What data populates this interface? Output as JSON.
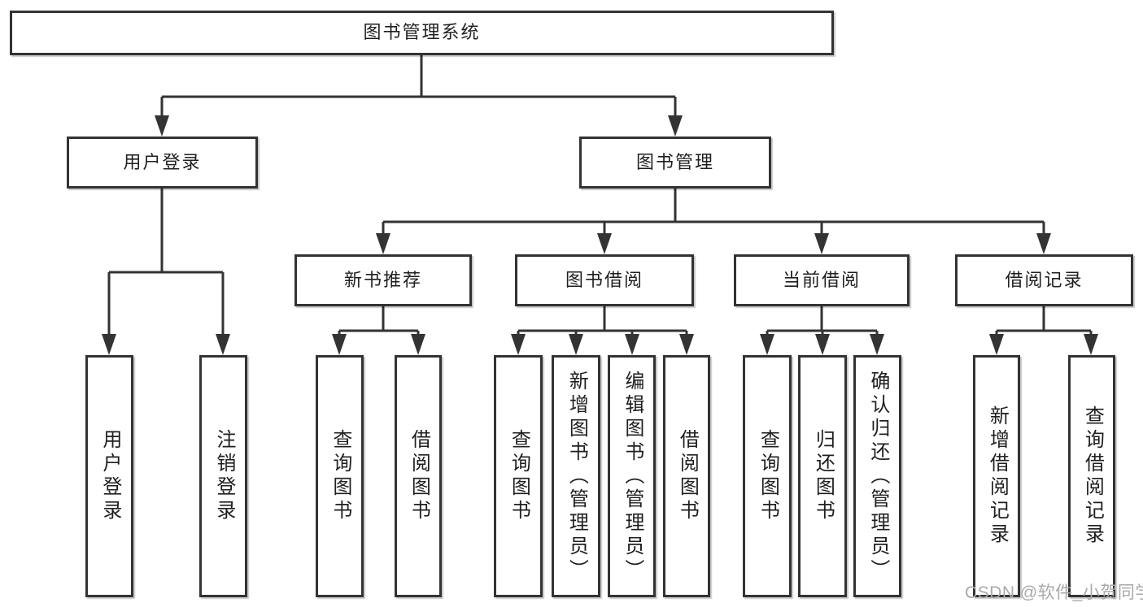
{
  "tree": {
    "root": {
      "label": "图书管理系统"
    },
    "branches": [
      {
        "label": "用户登录",
        "children": [
          {
            "label": "用户登录"
          },
          {
            "label": "注销登录"
          }
        ]
      },
      {
        "label": "图书管理",
        "children": [
          {
            "label": "新书推荐",
            "children": [
              {
                "label": "查询图书"
              },
              {
                "label": "借阅图书"
              }
            ]
          },
          {
            "label": "图书借阅",
            "children": [
              {
                "label": "查询图书"
              },
              {
                "label": "新增图书（管理员）"
              },
              {
                "label": "编辑图书（管理员）"
              },
              {
                "label": "借阅图书"
              }
            ]
          },
          {
            "label": "当前借阅",
            "children": [
              {
                "label": "查询图书"
              },
              {
                "label": "归还图书"
              },
              {
                "label": "确认归还（管理员）"
              }
            ]
          },
          {
            "label": "借阅记录",
            "children": [
              {
                "label": "新增借阅记录"
              },
              {
                "label": "查询借阅记录"
              }
            ]
          }
        ]
      }
    ]
  },
  "watermark": {
    "text": "CSDN @软件_小贺同学"
  },
  "colors": {
    "line": "#333333",
    "box_border": "#333333",
    "text": "#1f1f1f",
    "watermark": "#a9a9a9",
    "background": "#ffffff"
  }
}
